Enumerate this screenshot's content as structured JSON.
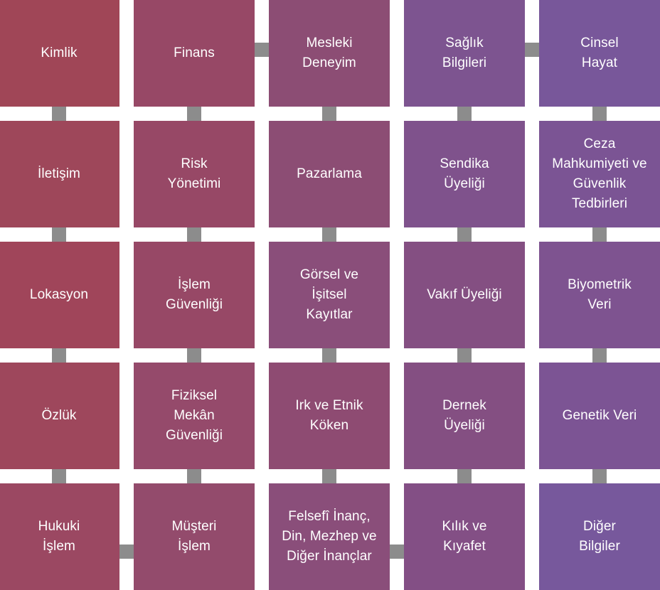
{
  "tiles": [
    {
      "label": "Kimlik",
      "color": "#a04657"
    },
    {
      "label": "Finans",
      "color": "#974866"
    },
    {
      "label": "Mesleki\nDeneyim",
      "color": "#8c4d74"
    },
    {
      "label": "Sağlık\nBilgileri",
      "color": "#7d5490"
    },
    {
      "label": "Cinsel\nHayat",
      "color": "#78579a"
    },
    {
      "label": "İletişim",
      "color": "#9e475a"
    },
    {
      "label": "Risk\nYönetimi",
      "color": "#974866"
    },
    {
      "label": "Pazarlama",
      "color": "#8c4d74"
    },
    {
      "label": "Sendika\nÜyeliği",
      "color": "#7f528c"
    },
    {
      "label": "Ceza\nMahkumiyeti ve\nGüvenlik\nTedbirleri",
      "color": "#7b5494"
    },
    {
      "label": "Lokasyon",
      "color": "#a0455a"
    },
    {
      "label": "İşlem\nGüvenliği",
      "color": "#974866"
    },
    {
      "label": "Görsel ve\nİşitsel\nKayıtlar",
      "color": "#8a4e7a"
    },
    {
      "label": "Vakıf Üyeliği",
      "color": "#844f82"
    },
    {
      "label": "Biyometrik\nVeri",
      "color": "#7e5390"
    },
    {
      "label": "Özlük",
      "color": "#9e475c"
    },
    {
      "label": "Fiziksel\nMekân\nGüvenliği",
      "color": "#954a6b"
    },
    {
      "label": "Irk ve Etnik\nKöken",
      "color": "#8e4b72"
    },
    {
      "label": "Dernek\nÜyeliği",
      "color": "#844f82"
    },
    {
      "label": "Genetik Veri",
      "color": "#7c5494"
    },
    {
      "label": "Hukuki\nİşlem",
      "color": "#9b4862"
    },
    {
      "label": "Müşteri\nİşlem",
      "color": "#934b6c"
    },
    {
      "label": "Felsefî İnanç,\nDin, Mezhep ve\nDiğer İnançlar",
      "color": "#8a4e7a"
    },
    {
      "label": "Kılık ve\nKıyafet",
      "color": "#834f85"
    },
    {
      "label": "Diğer\nBilgiler",
      "color": "#77589c"
    }
  ],
  "connector_color": "#8c8c8c"
}
